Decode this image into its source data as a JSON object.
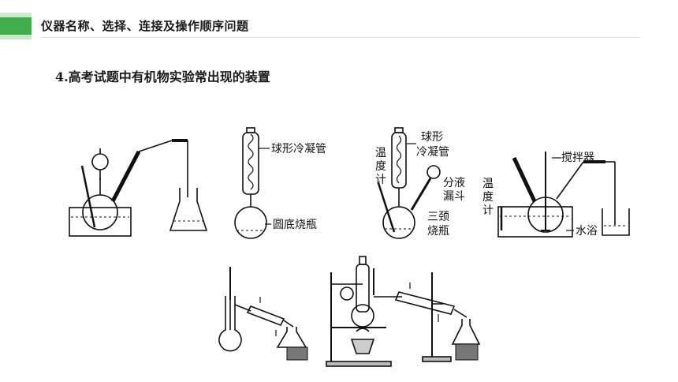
{
  "header": {
    "title": "仪器名称、选择、连接及操作顺序问题"
  },
  "subtitle": "4.高考试题中有机物实验常出现的装置",
  "labels": {
    "condenser_ball": "球形冷凝管",
    "round_flask": "圆底烧瓶",
    "ball_1": "球形",
    "ball_2": "冷凝管",
    "temp_1": "温",
    "temp_2": "度",
    "temp_3": "计",
    "funnel_1": "分液",
    "funnel_2": "漏斗",
    "three_neck_1": "三颈",
    "three_neck_2": "烧瓶",
    "stirrer": "搅拌器",
    "temp4_1": "温",
    "temp4_2": "度",
    "temp4_3": "计",
    "water_bath": "水浴"
  },
  "colors": {
    "accent": "#3fae4a",
    "accent_light": "#c9e8cb"
  }
}
